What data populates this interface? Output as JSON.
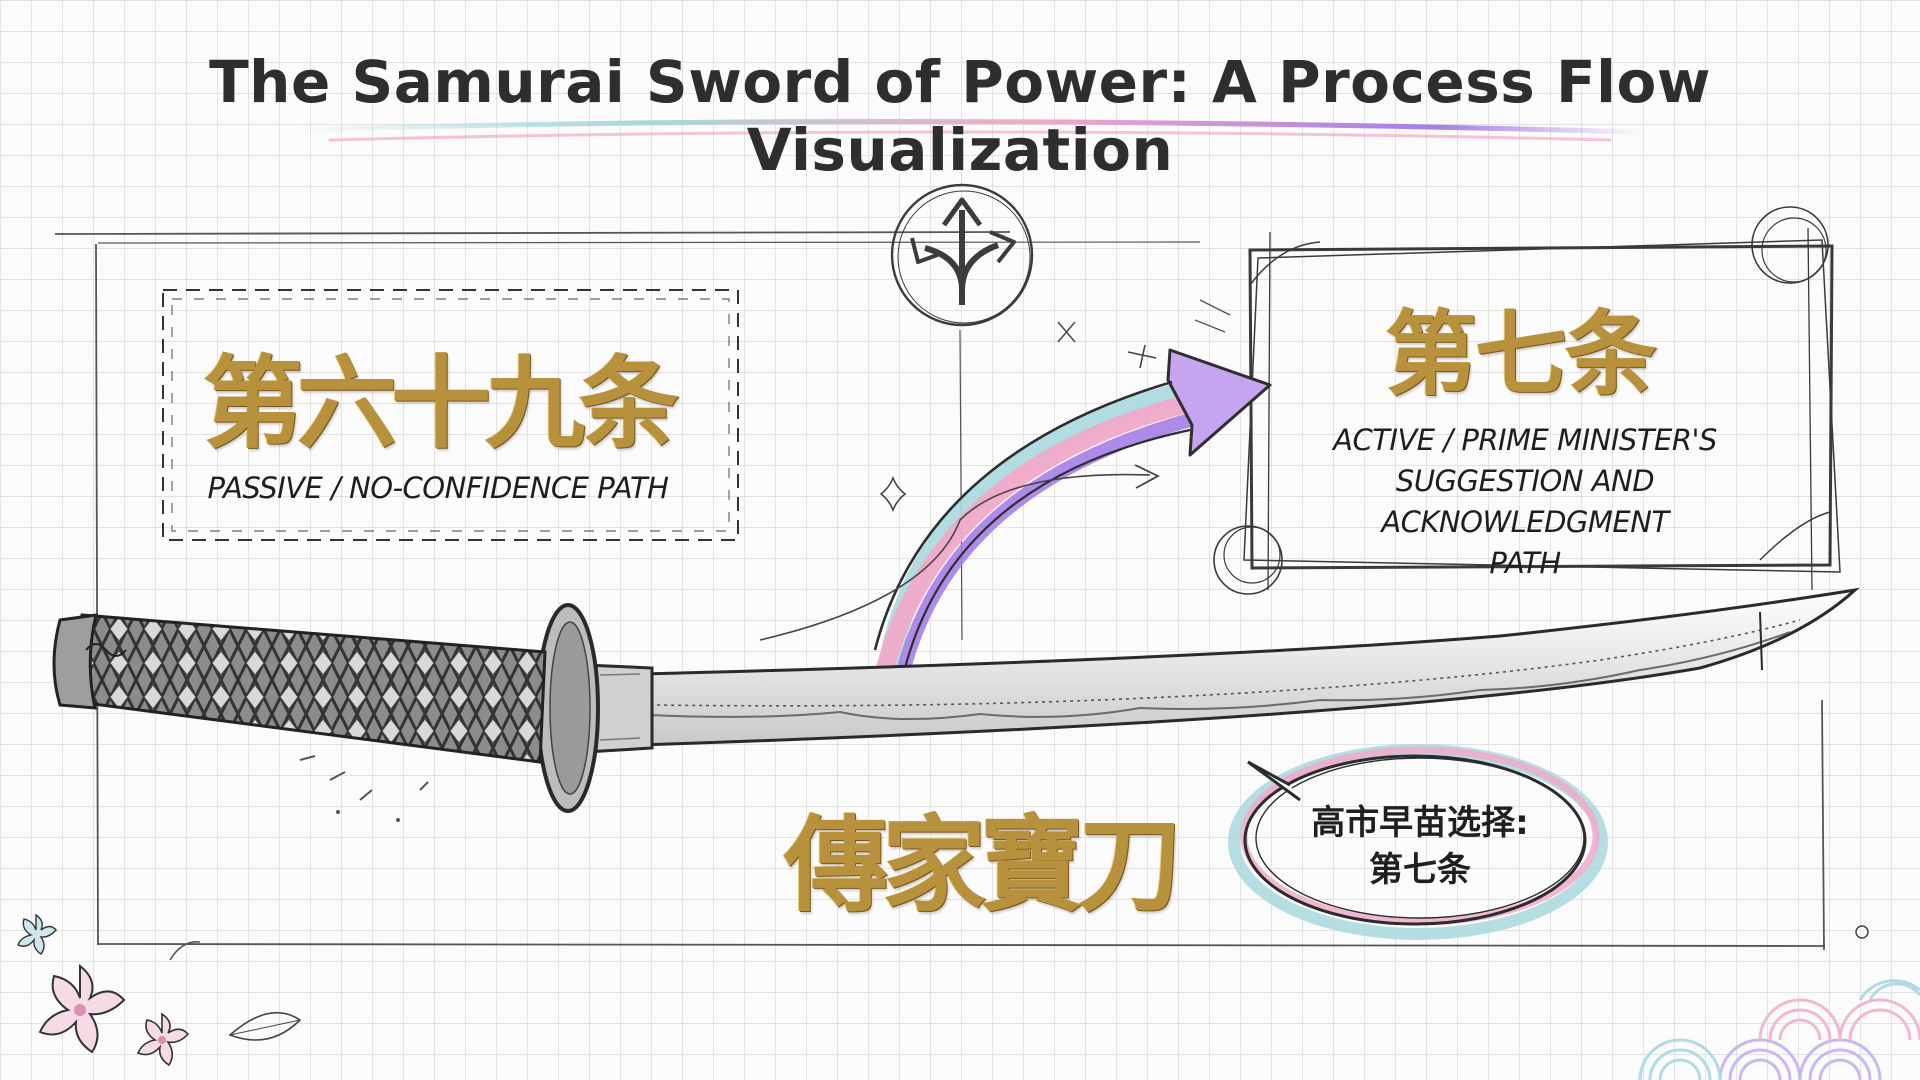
{
  "title": "The Samurai Sword of Power: A Process Flow Visualization",
  "left_panel": {
    "heading": "第六十九条",
    "caption": "PASSIVE / NO-CONFIDENCE PATH"
  },
  "right_panel": {
    "heading": "第七条",
    "caption_line1": "ACTIVE / PRIME MINISTER'S",
    "caption_line2": "SUGGESTION AND ACKNOWLEDGMENT",
    "caption_line3": "PATH"
  },
  "sword_label": "傳家寶刀",
  "speech_bubble": {
    "line1": "高市早苗选择:",
    "line2": "第七条"
  },
  "icons": {
    "decision": "branching-arrows-icon",
    "flow": "curved-arrow-icon",
    "sword": "katana-icon",
    "flowers": "cherry-blossom-icon",
    "waves": "seigaiha-wave-icon"
  },
  "colors": {
    "gold": "#b8913c",
    "ink": "#2c2c2c",
    "pink": "#f0aac8",
    "purple": "#a57ee6",
    "teal": "#a8d8de"
  }
}
